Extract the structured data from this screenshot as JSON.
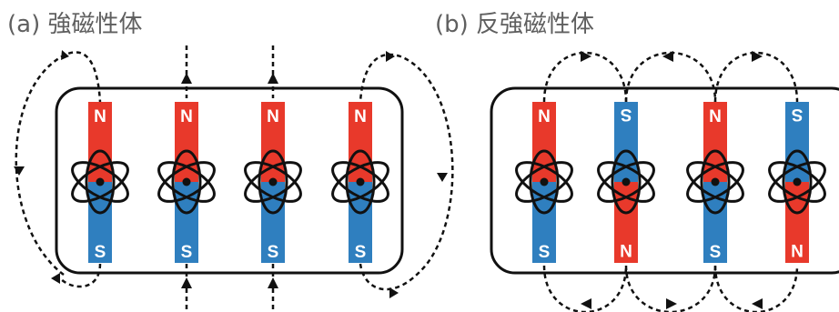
{
  "panel_a": {
    "title": "(a) 強磁性体",
    "magnets": [
      {
        "top": "N",
        "bottom": "S",
        "flipped": false
      },
      {
        "top": "N",
        "bottom": "S",
        "flipped": false
      },
      {
        "top": "N",
        "bottom": "S",
        "flipped": false
      },
      {
        "top": "N",
        "bottom": "S",
        "flipped": false
      }
    ]
  },
  "panel_b": {
    "title": "(b) 反強磁性体",
    "magnets": [
      {
        "top": "N",
        "bottom": "S",
        "flipped": false
      },
      {
        "top": "S",
        "bottom": "N",
        "flipped": true
      },
      {
        "top": "N",
        "bottom": "S",
        "flipped": false
      },
      {
        "top": "S",
        "bottom": "N",
        "flipped": true
      }
    ]
  },
  "colors": {
    "north": "#e8392b",
    "south": "#2f7fbf",
    "outline": "#111111",
    "title": "#5f5f5f"
  }
}
